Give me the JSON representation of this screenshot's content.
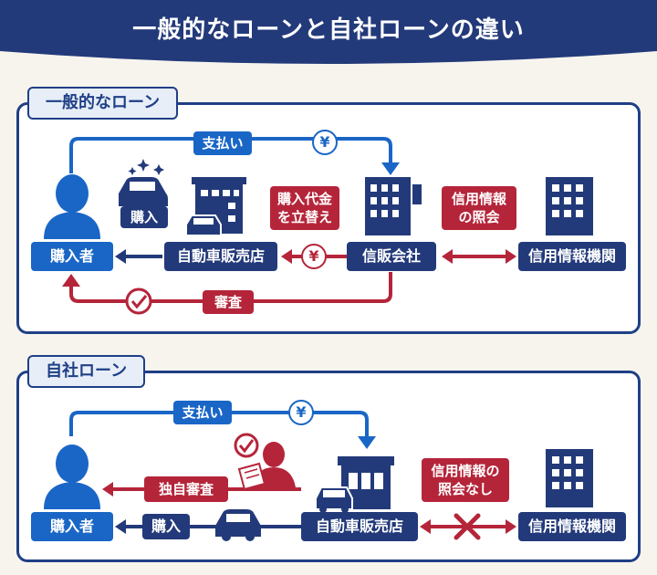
{
  "header": {
    "title": "一般的なローンと自社ローンの違い"
  },
  "general_loan": {
    "section_title": "一般的なローン",
    "buyer": "購入者",
    "dealer": "自動車販売店",
    "finance": "信販会社",
    "credit_bureau": "信用情報機関",
    "payment": "支払い",
    "yen": "¥",
    "purchase": "購入",
    "advance_line1": "購入代金",
    "advance_line2": "を立替え",
    "inquiry_line1": "信用情報",
    "inquiry_line2": "の照会",
    "review": "審査"
  },
  "in_house_loan": {
    "section_title": "自社ローン",
    "buyer": "購入者",
    "dealer": "自動車販売店",
    "credit_bureau": "信用情報機関",
    "payment": "支払い",
    "yen": "¥",
    "own_review": "独自審査",
    "purchase": "購入",
    "no_inquiry_line1": "信用情報の",
    "no_inquiry_line2": "照会なし"
  },
  "colors": {
    "navy": "#1f3f86",
    "blue": "#1a66c6",
    "red": "#b5253a",
    "dark_navy": "#233a7a"
  }
}
